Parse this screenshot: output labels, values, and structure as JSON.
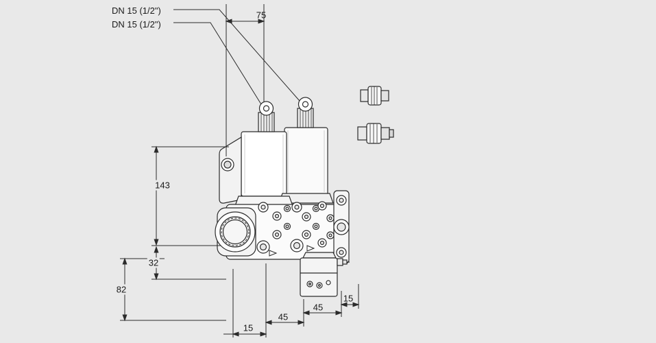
{
  "canvas": {
    "background": "#e9e9e9",
    "line_color": "#2b2b2b",
    "text_color": "#1a1a1a"
  },
  "labels": {
    "dn_top": "DN 15 (1/2\")",
    "dn_bottom": "DN 15 (1/2\")"
  },
  "dimensions": {
    "top_width": "75",
    "left_height_upper": "143",
    "left_height_mid": "32",
    "left_height_lower": "82",
    "bottom_first": "15",
    "bottom_second": "45",
    "bottom_third": "45",
    "bottom_fourth": "15"
  }
}
